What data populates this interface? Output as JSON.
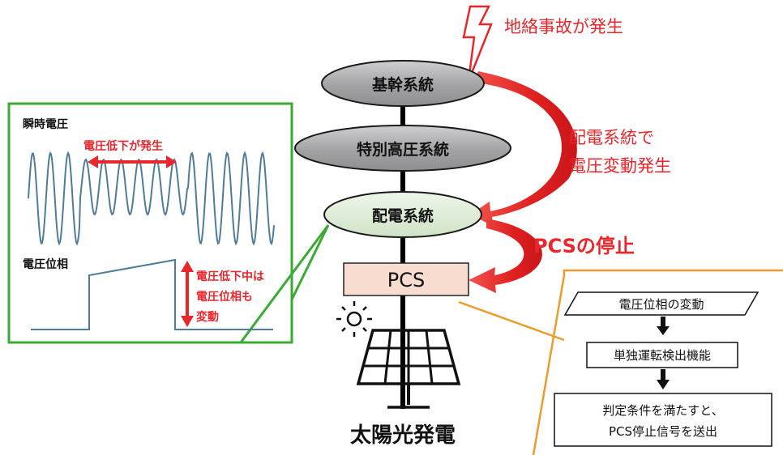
{
  "grid": {
    "trunk": "基幹系統",
    "special_high_voltage": "特別高圧系統",
    "distribution": "配電系統",
    "pcs": "PCS",
    "solar_generation": "太陽光発電"
  },
  "events": {
    "ground_fault": "地絡事故が発生",
    "voltage_fluctuation_line1": "配電系統で",
    "voltage_fluctuation_line2": "電圧変動発生",
    "pcs_stop": "PCSの停止"
  },
  "waveform_panel": {
    "instant_voltage_label": "瞬時電圧",
    "voltage_drop_label": "電圧低下が発生",
    "phase_label": "電圧位相",
    "phase_note_line1": "電圧低下中は",
    "phase_note_line2": "電圧位相も",
    "phase_note_line3": "変動"
  },
  "flowchart": {
    "step1": "電圧位相の変動",
    "step2": "単独運転検出機能",
    "step3_line1": "判定条件を満たすと、",
    "step3_line2": "PCS停止信号を送出"
  },
  "colors": {
    "event_red": "#e8262b",
    "panel_green": "#3aaa35",
    "panel_orange": "#ee9a2c",
    "node_gray": "#a3a3a5",
    "node_green": "#d9ead2",
    "pcs_fill": "#f8dcd0",
    "wave_blue": "#4f7d96"
  },
  "icons": [
    "lightning-icon",
    "sun-icon",
    "solar-panel-icon"
  ]
}
